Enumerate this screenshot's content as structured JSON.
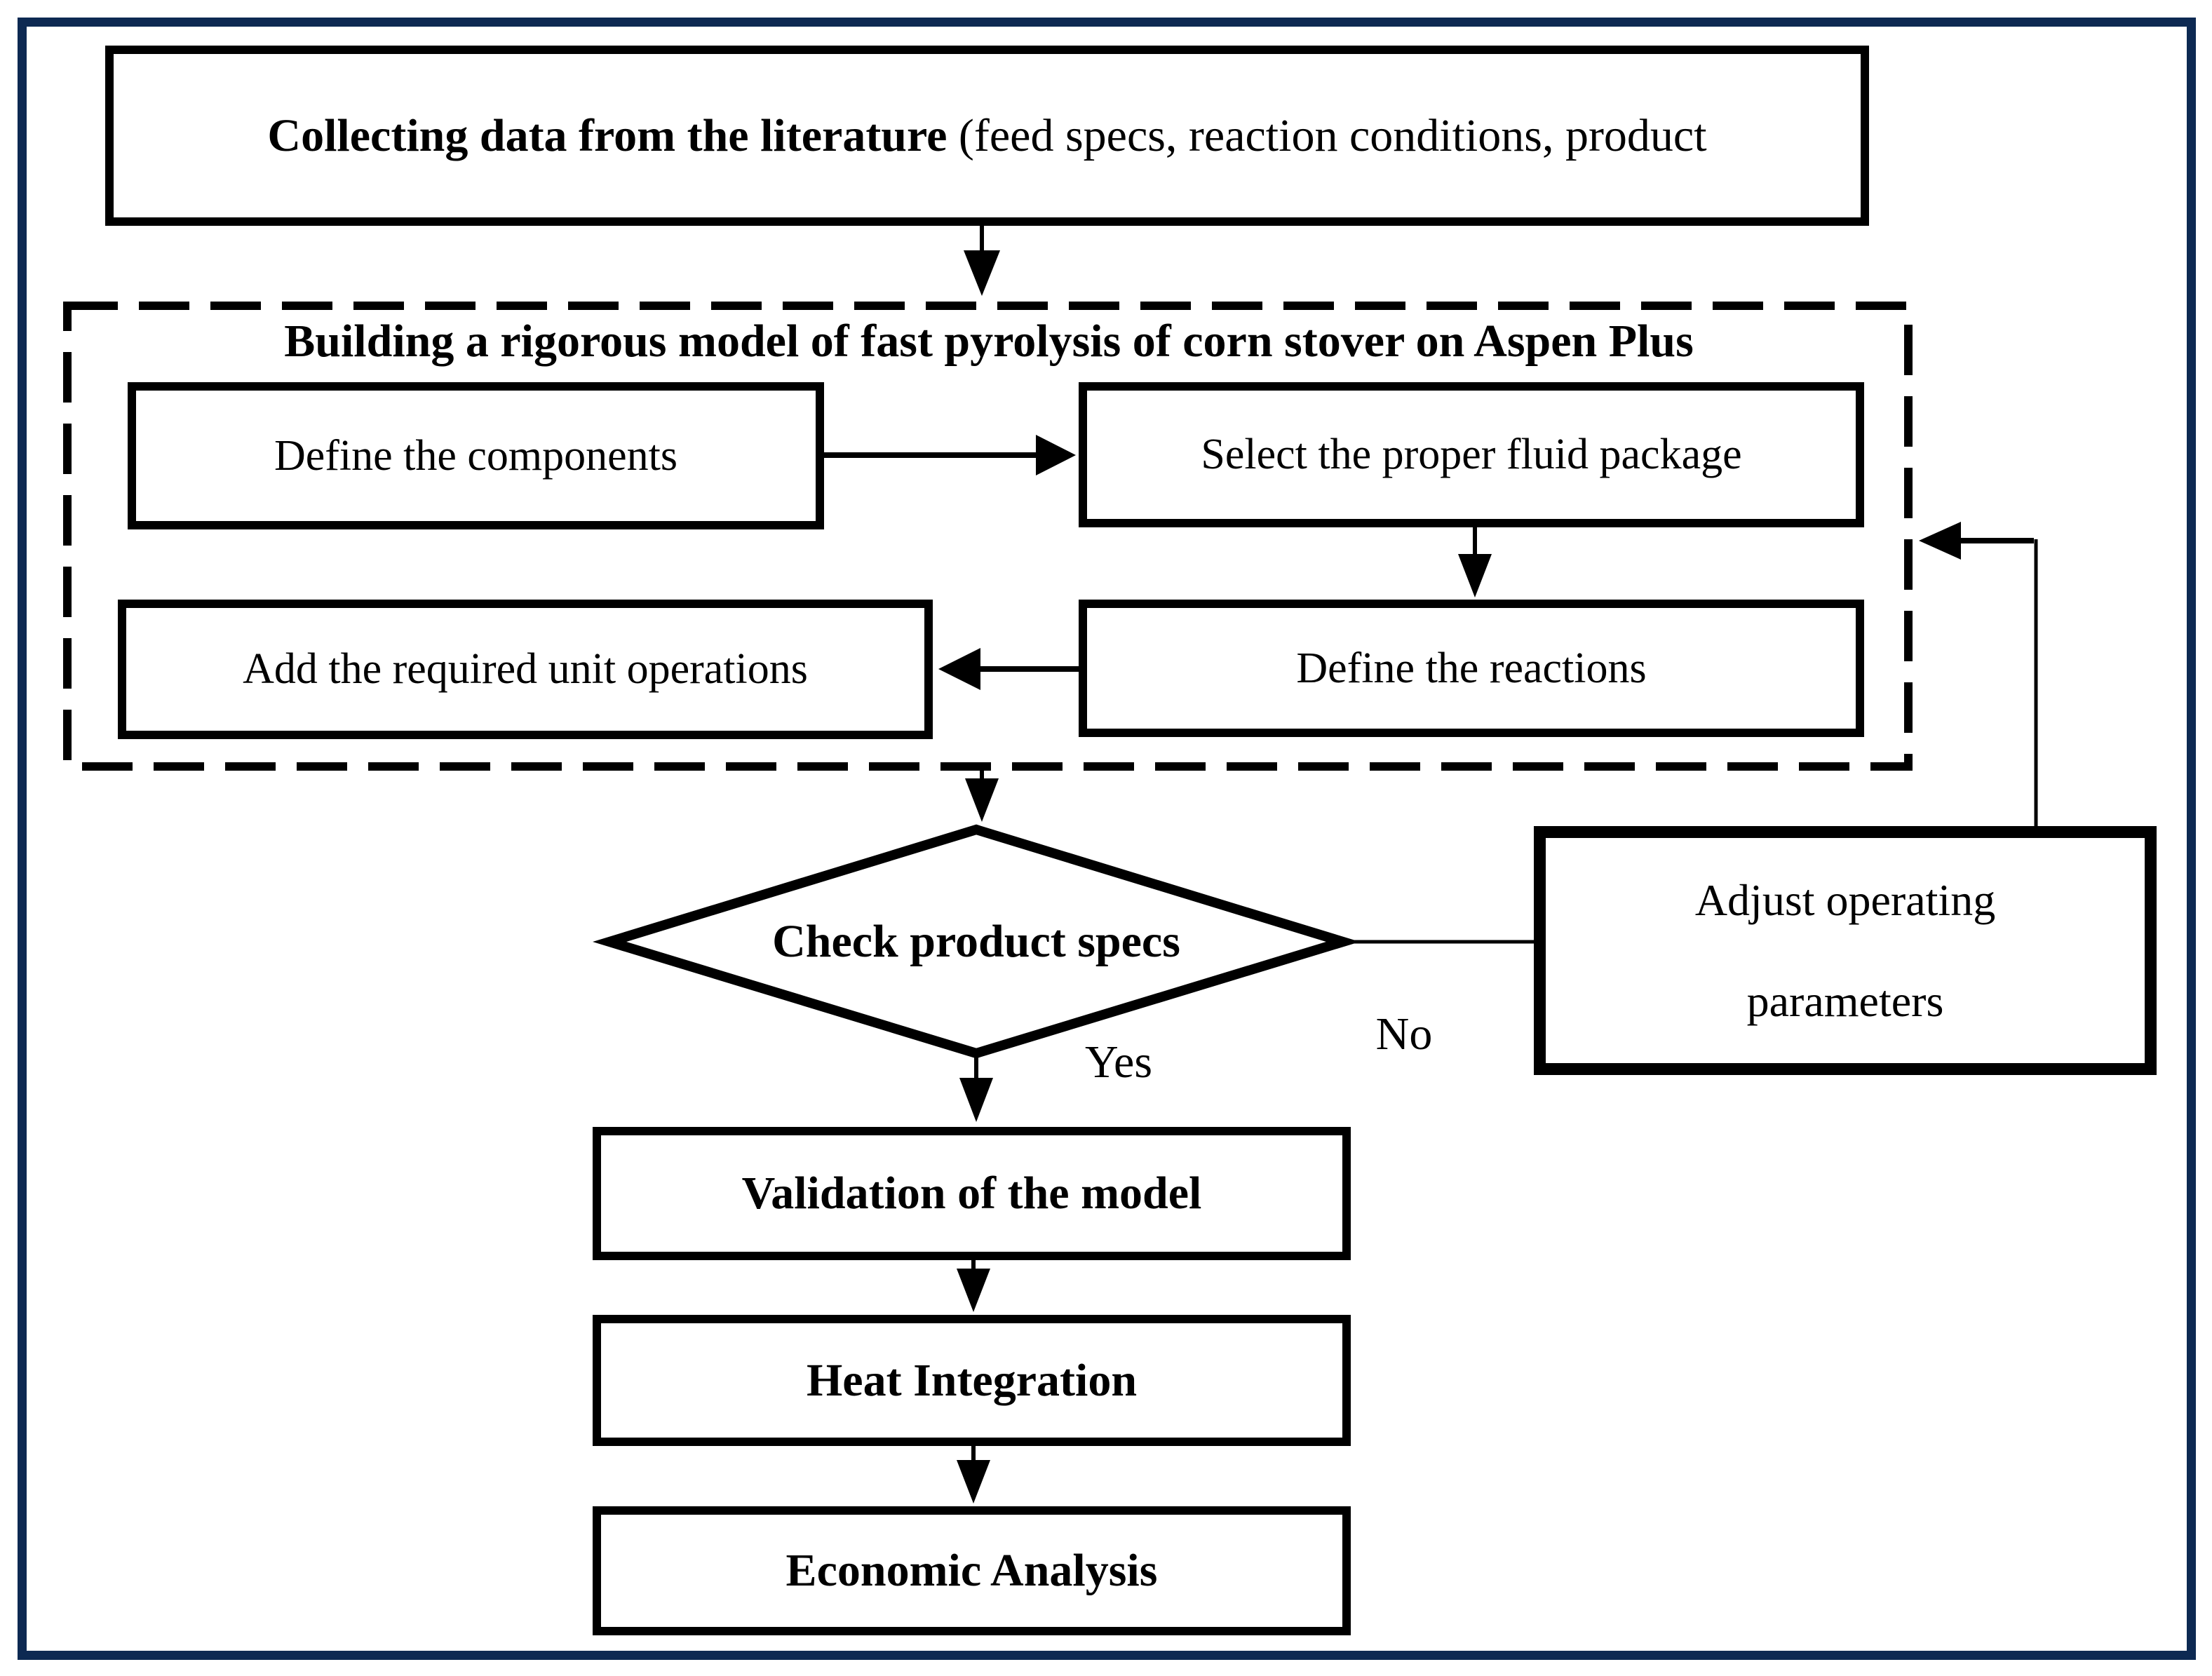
{
  "figure": {
    "type": "flowchart",
    "background": "#ffffff",
    "frame_color": "#0d2952",
    "line_color": "#000000"
  },
  "nodes": {
    "collect_data": {
      "bold": "Collecting data from the literature ",
      "rest": "(feed specs, reaction conditions, product"
    },
    "building_model": {
      "title": "Building a rigorous model of fast pyrolysis of corn stover on Aspen Plus"
    },
    "define_components": {
      "label": "Define the components"
    },
    "select_fluid_package": {
      "label": "Select the proper fluid package"
    },
    "add_unit_operations": {
      "label": "Add the required unit operations"
    },
    "define_reactions": {
      "label": "Define the reactions"
    },
    "check_product_specs": {
      "label": "Check product specs"
    },
    "adjust_parameters": {
      "line1": "Adjust operating",
      "line2": "parameters"
    },
    "validation": {
      "label": "Validation of the model"
    },
    "heat_integration": {
      "label": "Heat Integration"
    },
    "economic_analysis": {
      "label": "Economic Analysis"
    }
  },
  "edges": {
    "yes_label": "Yes",
    "no_label": "No"
  }
}
